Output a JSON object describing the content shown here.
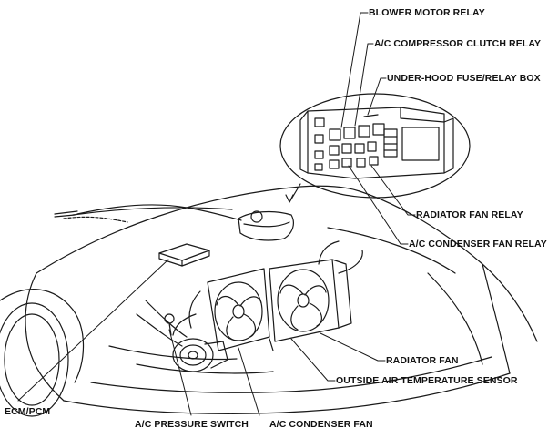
{
  "labels": {
    "blower_motor_relay": "BLOWER MOTOR RELAY",
    "ac_compressor_clutch_relay": "A/C COMPRESSOR CLUTCH RELAY",
    "under_hood_fuse_relay_box": "UNDER-HOOD FUSE/RELAY BOX",
    "radiator_fan_relay": "RADIATOR FAN RELAY",
    "ac_condenser_fan_relay": "A/C CONDENSER FAN RELAY",
    "radiator_fan": "RADIATOR FAN",
    "outside_air_temperature_sensor": "OUTSIDE AIR TEMPERATURE SENSOR",
    "ecm_pcm": "ECM/PCM",
    "ac_pressure_switch": "A/C PRESSURE SWITCH",
    "ac_condenser_fan": "A/C CONDENSER FAN"
  },
  "colors": {
    "line": "#1a1a1a",
    "background": "#ffffff"
  }
}
